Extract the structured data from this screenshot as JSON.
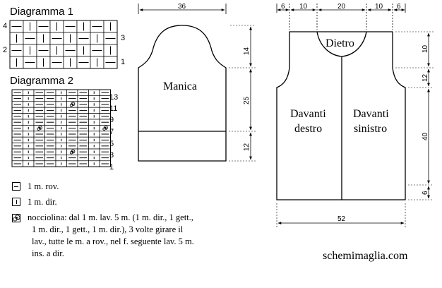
{
  "diagram1": {
    "title": "Diagramma 1",
    "left_row_numbers": [
      "4",
      "2"
    ],
    "right_row_numbers": [
      "3",
      "1"
    ],
    "rows": [
      [
        "rov",
        "dir",
        "rov",
        "dir",
        "rov",
        "dir",
        "rov",
        "dir"
      ],
      [
        "dir",
        "rov",
        "dir",
        "rov",
        "dir",
        "rov",
        "dir",
        "rov"
      ],
      [
        "rov",
        "dir",
        "rov",
        "dir",
        "rov",
        "dir",
        "rov",
        "dir"
      ],
      [
        "dir",
        "rov",
        "dir",
        "rov",
        "dir",
        "rov",
        "dir",
        "rov"
      ]
    ]
  },
  "diagram2": {
    "title": "Diagramma 2",
    "right_row_numbers": [
      "13",
      "11",
      "9",
      "7",
      "5",
      "3",
      "1"
    ],
    "rows": [
      [
        "rov",
        "dir",
        "rov",
        "rov",
        "dir",
        "rov",
        "rov",
        "dir",
        "rov"
      ],
      [
        "rov",
        "dir",
        "rov",
        "rov",
        "dir",
        "rov",
        "rov",
        "dir",
        "rov"
      ],
      [
        "rov",
        "dir",
        "rov",
        "rov",
        "dir",
        "nocc",
        "rov",
        "dir",
        "rov"
      ],
      [
        "rov",
        "dir",
        "rov",
        "rov",
        "dir",
        "rov",
        "rov",
        "dir",
        "rov"
      ],
      [
        "rov",
        "dir",
        "rov",
        "rov",
        "dir",
        "rov",
        "rov",
        "dir",
        "rov"
      ],
      [
        "rov",
        "dir",
        "rov",
        "rov",
        "dir",
        "rov",
        "rov",
        "dir",
        "rov"
      ],
      [
        "rov",
        "dir",
        "nocc",
        "rov",
        "dir",
        "rov",
        "rov",
        "dir",
        "nocc"
      ],
      [
        "rov",
        "dir",
        "rov",
        "rov",
        "dir",
        "rov",
        "rov",
        "dir",
        "rov"
      ],
      [
        "rov",
        "dir",
        "rov",
        "rov",
        "dir",
        "rov",
        "rov",
        "dir",
        "rov"
      ],
      [
        "rov",
        "dir",
        "rov",
        "rov",
        "dir",
        "rov",
        "rov",
        "dir",
        "rov"
      ],
      [
        "rov",
        "dir",
        "rov",
        "rov",
        "dir",
        "nocc",
        "rov",
        "dir",
        "rov"
      ],
      [
        "rov",
        "dir",
        "rov",
        "rov",
        "dir",
        "rov",
        "rov",
        "dir",
        "rov"
      ],
      [
        "rov",
        "dir",
        "rov",
        "rov",
        "dir",
        "rov",
        "rov",
        "dir",
        "rov"
      ]
    ]
  },
  "legend": {
    "rov": "1 m. rov.",
    "dir": "1 m. dir.",
    "nocciolina_lines": [
      "nocciolina: dal 1 m. lav. 5 m. (1 m. dir., 1 gett.,",
      "1 m. dir., 1 gett., 1 m. dir.), 3 volte girare il",
      "lav., tutte le m. a rov., nel f. seguente lav. 5 m.",
      "ins. a dir."
    ]
  },
  "sleeve": {
    "label": "Manica",
    "width_measure": "36",
    "cap_measure": "14",
    "body_measure": "25",
    "cuff_measure": "12"
  },
  "vest": {
    "back_label": "Dietro",
    "front_right_label": [
      "Davanti",
      "destro"
    ],
    "front_left_label": [
      "Davanti",
      "sinistro"
    ],
    "top_measures": [
      "6",
      "10",
      "20",
      "10",
      "6"
    ],
    "right_measures": [
      "10",
      "12",
      "40",
      "6"
    ],
    "bottom_measure": "52"
  },
  "credit": "schemimaglia.com"
}
